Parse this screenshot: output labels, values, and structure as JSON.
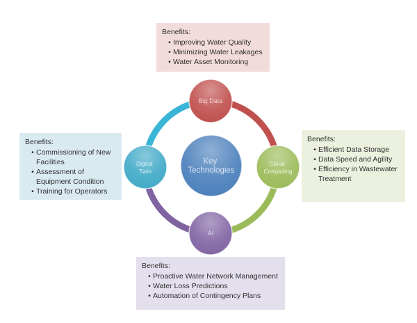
{
  "theme": {
    "background": "#ffffff",
    "text_color": "#2f2f2f",
    "bullet_glyph": "•"
  },
  "diagram": {
    "center": {
      "id": "key-technologies",
      "label_lines": [
        "Key",
        "Technologies"
      ],
      "color": "#4a7fbb",
      "text_color": "#d9e4f1"
    },
    "nodes": [
      {
        "id": "big-data",
        "label_lines": [
          "Big Data"
        ],
        "color": "#bf4f4d",
        "text_color": "#f0d2d1"
      },
      {
        "id": "cloud-computing",
        "label_lines": [
          "Cloud",
          "Computing"
        ],
        "color": "#9bbb59",
        "text_color": "#eef5df"
      },
      {
        "id": "ai",
        "label_lines": [
          "AI"
        ],
        "color": "#8064a2",
        "text_color": "#e2dbec"
      },
      {
        "id": "digital-twin",
        "label_lines": [
          "Digital",
          "Twin"
        ],
        "color": "#3fa9c7",
        "text_color": "#d8eef5"
      }
    ],
    "arcs": [
      {
        "id": "arc-digital-twin-to-big-data",
        "color": "#3ab5d6"
      },
      {
        "id": "arc-big-data-to-cloud",
        "color": "#c0504d"
      },
      {
        "id": "arc-cloud-to-ai",
        "color": "#9bbb59"
      },
      {
        "id": "arc-ai-to-digital-twin",
        "color": "#8064a2"
      }
    ]
  },
  "benefit_boxes": [
    {
      "id": "big-data-benefits",
      "bg": "#f2dcdb",
      "title": "Benefits:",
      "items": [
        "Improving Water Quality",
        "Minimizing Water Leakages",
        "Water Asset Monitoring"
      ]
    },
    {
      "id": "cloud-computing-benefits",
      "bg": "#ebf1de",
      "title": "Benefits:",
      "items": [
        "Efficient Data Storage",
        "Data Speed and Agility",
        "Efficiency in Wastewater Treatment"
      ]
    },
    {
      "id": "ai-benefits",
      "bg": "#e4dfec",
      "title": "Benefits:",
      "items": [
        "Proactive Water Network Management",
        "Water Loss Predictions",
        "Automation of Contingency Plans"
      ]
    },
    {
      "id": "digital-twin-benefits",
      "bg": "#daeaf1",
      "title": "Benefits:",
      "items": [
        "Commissioning of New Facilities",
        "Assessment of Equipment Condition",
        "Training for Operators"
      ]
    }
  ]
}
